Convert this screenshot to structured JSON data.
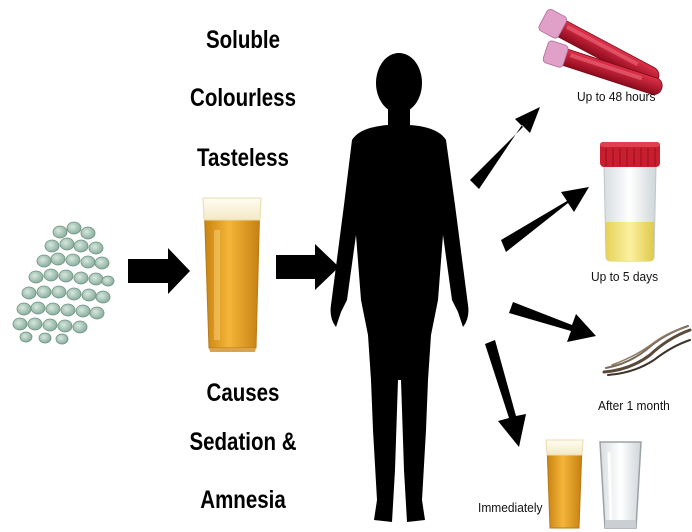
{
  "properties": {
    "line1": "Soluble",
    "line2": "Colourless",
    "line3": "Tasteless"
  },
  "effects": {
    "line1": "Causes",
    "line2": "Sedation &",
    "line3": "Amnesia"
  },
  "detection": {
    "blood": "Up to 48 hours",
    "urine": "Up to 5 days",
    "hair": "After 1 month",
    "drink": "Immediately"
  },
  "colors": {
    "arrow": "#000000",
    "pill": "#8fb3a3",
    "beer": "#e8a21f",
    "blood": "#b0132a",
    "urine": "#f2e27a",
    "cap": "#c81e2e"
  },
  "icons": [
    "pills-icon",
    "beer-glass-icon",
    "human-silhouette-icon",
    "blood-tubes-icon",
    "urine-cup-icon",
    "hair-strand-icon",
    "empty-glass-icon"
  ]
}
